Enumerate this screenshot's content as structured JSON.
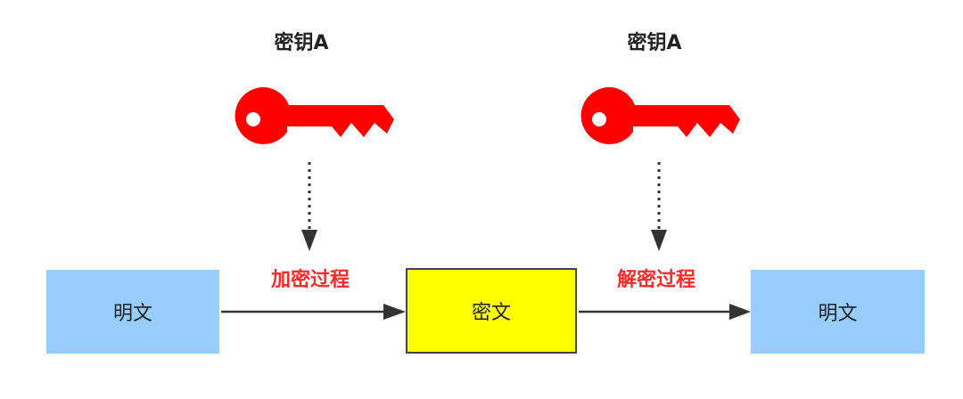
{
  "keys": [
    {
      "label": "密钥A"
    },
    {
      "label": "密钥A"
    }
  ],
  "processes": {
    "encrypt": "加密过程",
    "decrypt": "解密过程"
  },
  "boxes": {
    "plaintext_left": "明文",
    "ciphertext": "密文",
    "plaintext_right": "明文"
  },
  "colors": {
    "key": "#ff0000",
    "plaintext_box": "#99ccff",
    "ciphertext_box": "#ffff00",
    "process_label": "#ff2a2a",
    "arrow": "#333333"
  },
  "icons": {
    "key_left": "key-icon",
    "key_right": "key-icon"
  }
}
